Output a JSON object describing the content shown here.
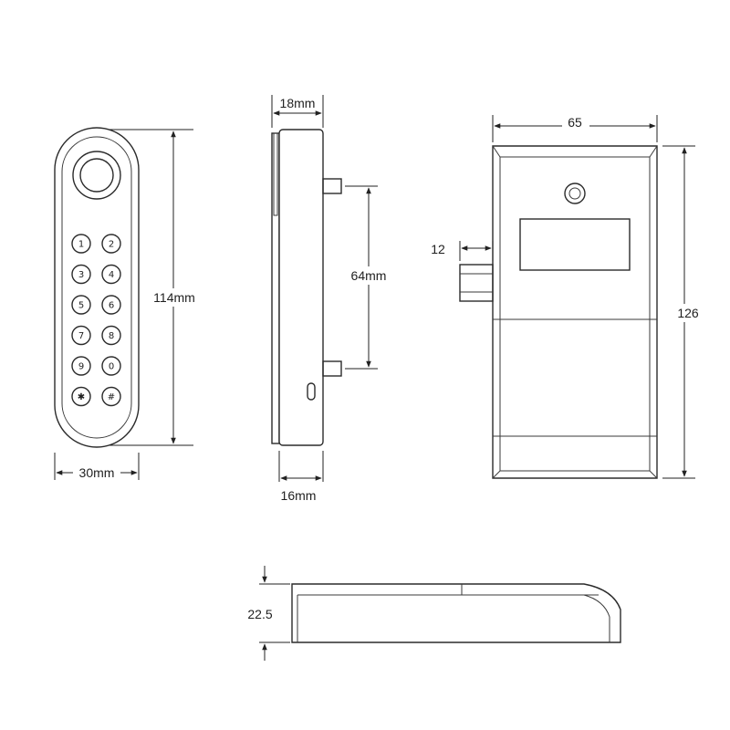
{
  "front_view": {
    "width_label": "30mm",
    "height_label": "114mm",
    "keys": [
      "1",
      "2",
      "3",
      "4",
      "5",
      "6",
      "7",
      "8",
      "9",
      "0",
      "✱",
      "#"
    ]
  },
  "side_view": {
    "top_label": "18mm",
    "spacing_label": "64mm",
    "bottom_label": "16mm"
  },
  "rear_view": {
    "width_label": "65",
    "height_label": "126",
    "bolt_label": "12"
  },
  "bottom_view": {
    "height_label": "22.5"
  },
  "colors": {
    "line": "#2b2b2b",
    "background": "#ffffff"
  }
}
